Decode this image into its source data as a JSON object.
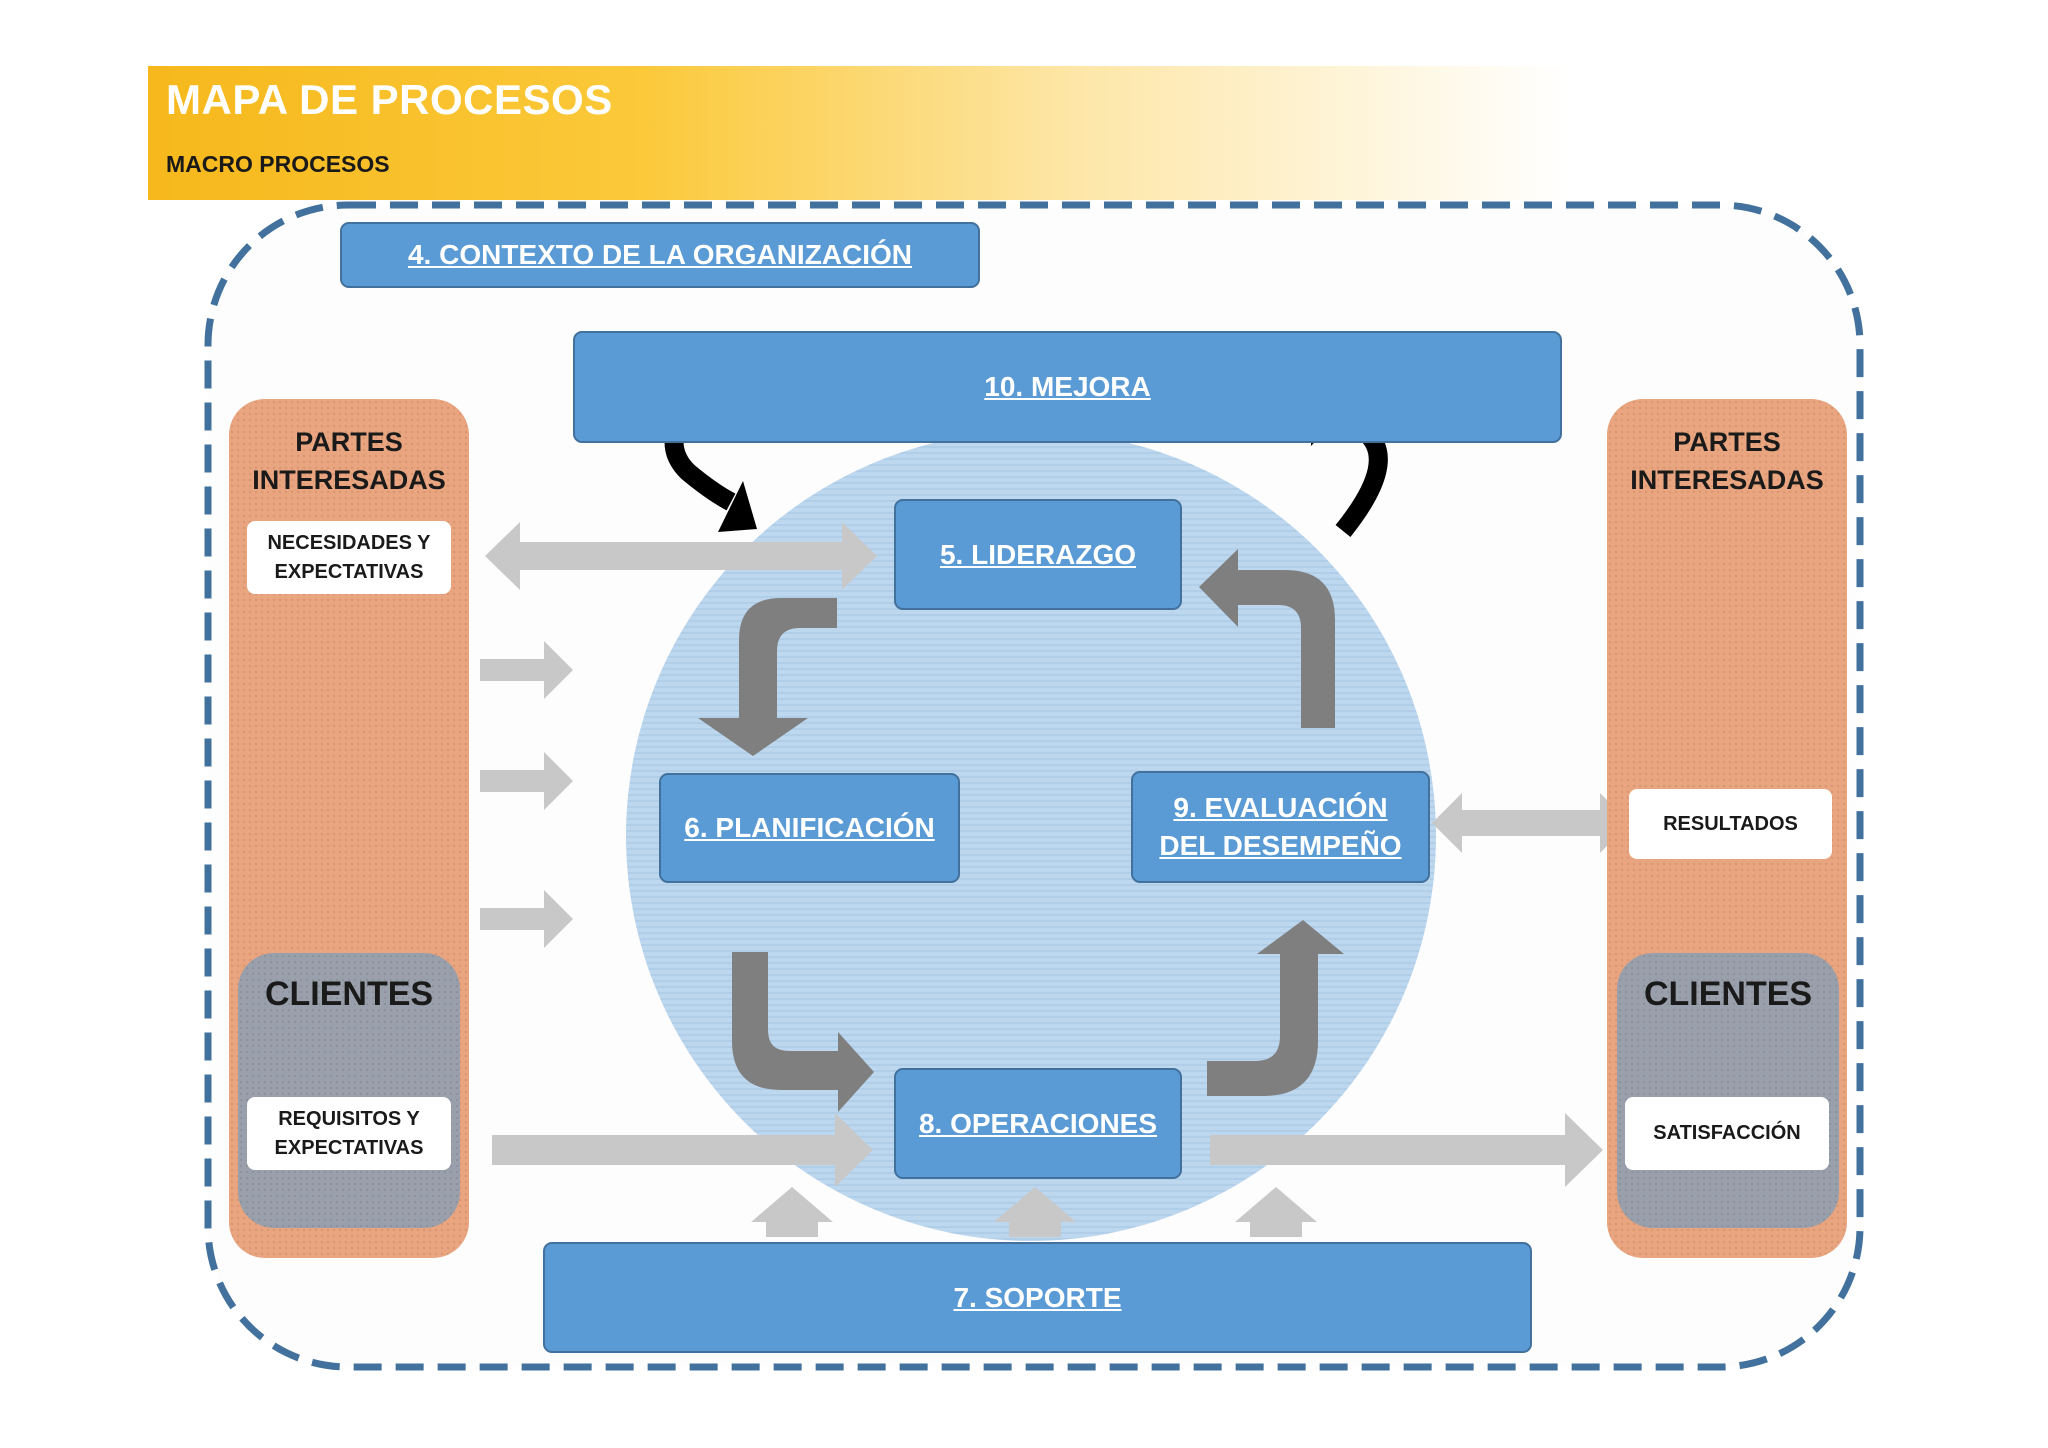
{
  "header": {
    "title": "MAPA DE PROCESOS",
    "subtitle": "MACRO PROCESOS"
  },
  "processes": {
    "context": "4. CONTEXTO DE LA ORGANIZACIÓN",
    "improvement": "10. MEJORA",
    "leadership": "5. LIDERAZGO",
    "planning": "6. PLANIFICACIÓN",
    "evaluation_line1": "9. EVALUACIÓN",
    "evaluation_line2": "DEL DESEMPEÑO",
    "operations": "8. OPERACIONES",
    "support": "7. SOPORTE"
  },
  "left_column": {
    "title_line1": "PARTES",
    "title_line2": "INTERESADAS",
    "needs_line1": "NECESIDADES Y",
    "needs_line2": "EXPECTATIVAS",
    "clients_title": "CLIENTES",
    "requirements_line1": "REQUISITOS Y",
    "requirements_line2": "EXPECTATIVAS"
  },
  "right_column": {
    "title_line1": "PARTES",
    "title_line2": "INTERESADAS",
    "results": "RESULTADOS",
    "clients_title": "CLIENTES",
    "satisfaction": "SATISFACCIÓN"
  },
  "colors": {
    "process_blue": "#5b9bd5",
    "process_border": "#41719c",
    "dashed_border": "#41719c",
    "circle_blue": "#bdd7ee",
    "stakeholder_orange": "#e8a57f",
    "clients_grey": "#9aa0ab",
    "cycle_arrow_grey": "#7f7f7f",
    "flow_arrow_grey": "#c8c8c8",
    "improvement_arrow_black": "#000000",
    "banner_gold": "#f6b81c"
  }
}
